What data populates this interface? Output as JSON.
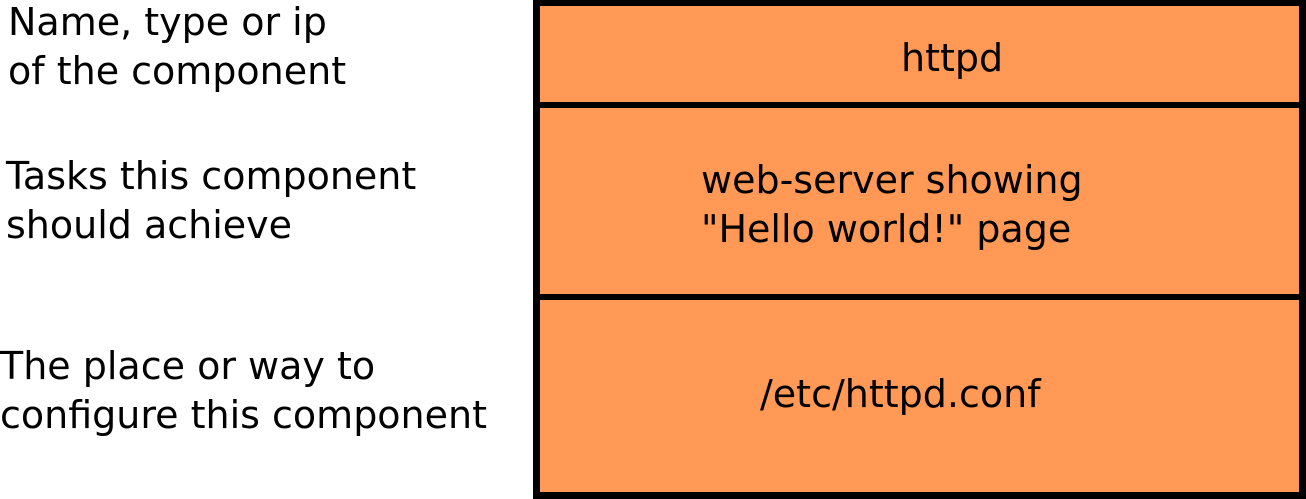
{
  "labels": {
    "name": [
      "Name, type or ip",
      "of the component"
    ],
    "tasks": [
      "Tasks this component",
      "should achieve"
    ],
    "config": [
      "The place or way to",
      "configure this component"
    ]
  },
  "component": {
    "name": "httpd",
    "tasks": [
      "web-server showing",
      "\"Hello world!\" page"
    ],
    "config": "/etc/httpd.conf",
    "fill_color": "#ff9955",
    "border_color": "#000000"
  }
}
